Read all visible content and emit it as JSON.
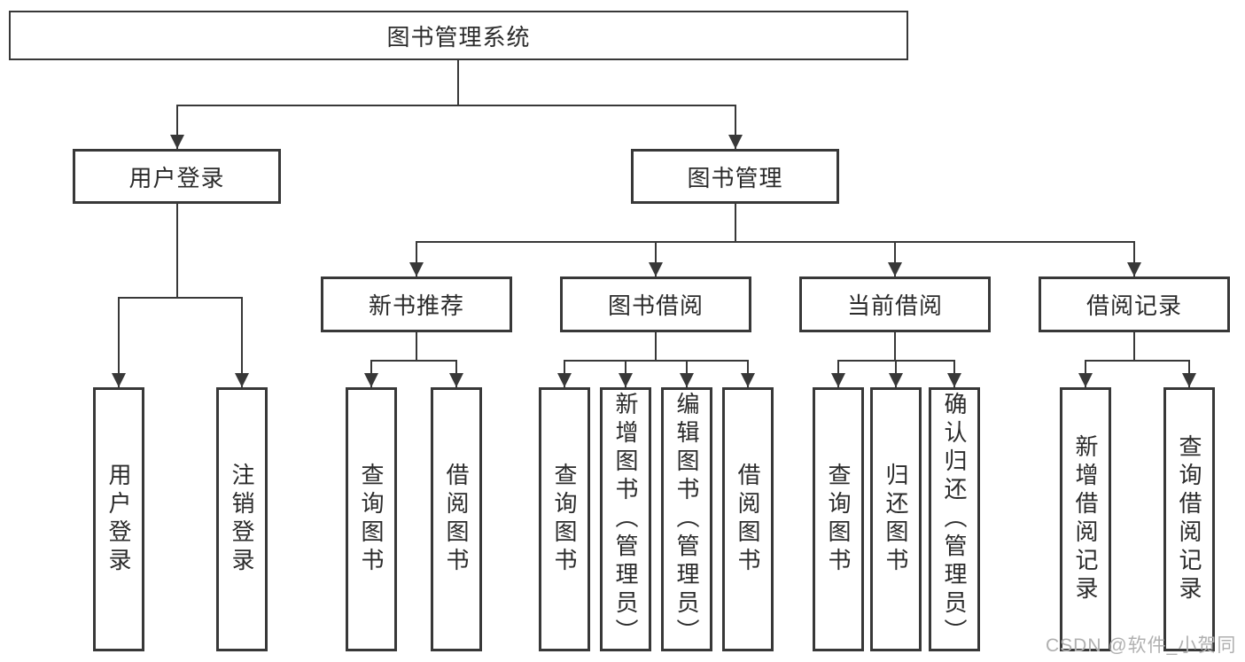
{
  "tree": {
    "root": {
      "label": "图书管理系统",
      "children": [
        {
          "label": "用户登录",
          "children": [
            {
              "label": "用户登录"
            },
            {
              "label": "注销登录"
            }
          ]
        },
        {
          "label": "图书管理",
          "children": [
            {
              "label": "新书推荐",
              "children": [
                {
                  "label": "查询图书"
                },
                {
                  "label": "借阅图书"
                }
              ]
            },
            {
              "label": "图书借阅",
              "children": [
                {
                  "label": "查询图书"
                },
                {
                  "label": "新增图书（管理员）"
                },
                {
                  "label": "编辑图书（管理员）"
                },
                {
                  "label": "借阅图书"
                }
              ]
            },
            {
              "label": "当前借阅",
              "children": [
                {
                  "label": "查询图书"
                },
                {
                  "label": "归还图书"
                },
                {
                  "label": "确认归还（管理员）"
                }
              ]
            },
            {
              "label": "借阅记录",
              "children": [
                {
                  "label": "新增借阅记录"
                },
                {
                  "label": "查询借阅记录"
                }
              ]
            }
          ]
        }
      ]
    }
  },
  "watermark": "CSDN @软件_小贺同学",
  "colors": {
    "line": "#383838",
    "text": "#2b2b2b",
    "watermark": "#b0b0b0",
    "background": "#ffffff"
  }
}
